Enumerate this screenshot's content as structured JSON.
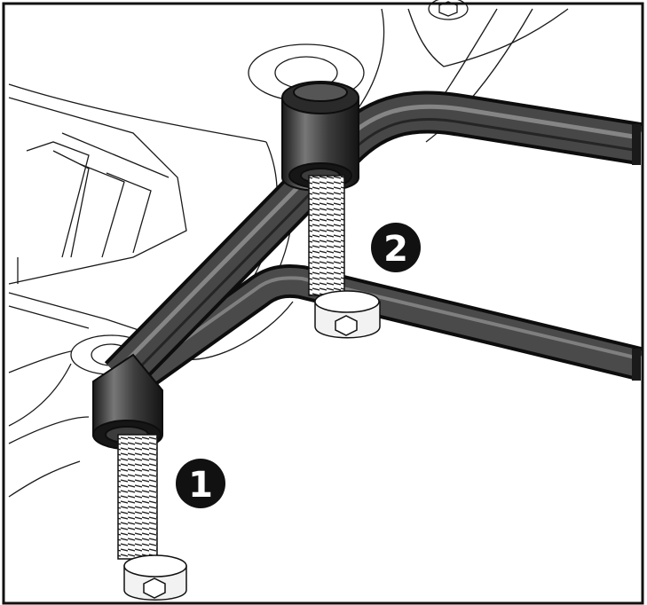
{
  "callouts": [
    {
      "id": "1",
      "label": "1"
    },
    {
      "id": "2",
      "label": "2"
    }
  ],
  "colors": {
    "background": "#ffffff",
    "frame": "#111111",
    "line_art": "#1a1a1a",
    "tube_dark": "#2b2b2b",
    "tube_mid": "#555555",
    "tube_highlight": "#9a9a9a",
    "bolt_head": "#f2f2f2",
    "callout_fill": "#111111",
    "callout_text": "#ffffff"
  }
}
